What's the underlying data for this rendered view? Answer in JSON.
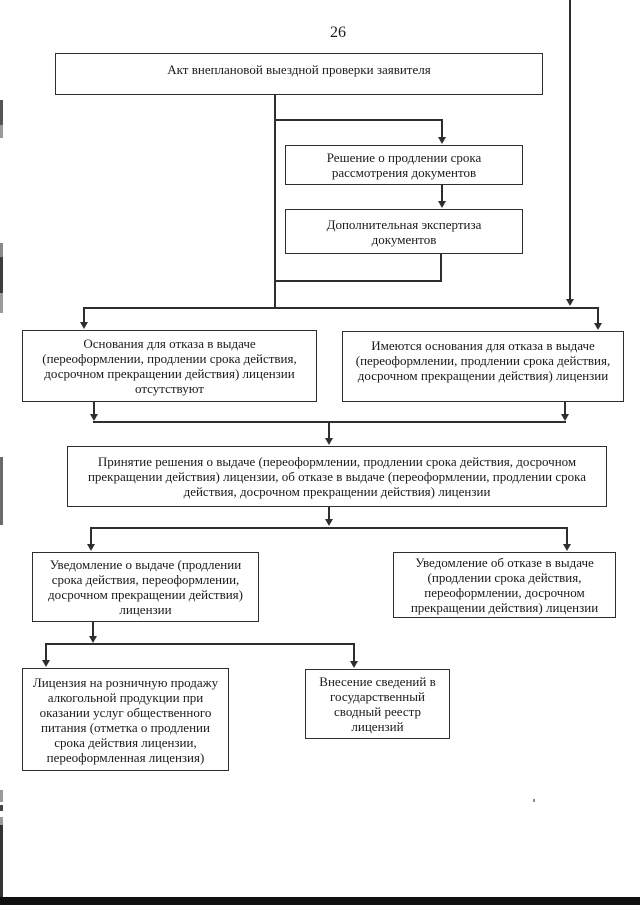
{
  "page": {
    "number": "26"
  },
  "boxes": {
    "act": {
      "lines": [
        "Акт внеплановой выездной проверки заявителя"
      ]
    },
    "decision_extend": {
      "lines": [
        "Решение о продлении срока",
        "рассмотрения документов"
      ]
    },
    "additional_expertise": {
      "lines": [
        "Дополнительная экспертиза",
        "документов"
      ]
    },
    "no_grounds": {
      "lines": [
        "Основания для отказа в выдаче",
        "(переоформлении, продлении срока действия,",
        "досрочном прекращении действия) лицензии",
        "отсутствуют"
      ]
    },
    "grounds_exist": {
      "lines": [
        "Имеются основания для отказа в выдаче",
        "(переоформлении, продлении срока действия,",
        "досрочном прекращении действия) лицензии"
      ]
    },
    "decision_main": {
      "lines": [
        "Принятие решения о выдаче (переоформлении, продлении срока действия, досрочном",
        "прекращении действия) лицензии, об отказе в выдаче (переоформлении, продлении срока",
        "действия, досрочном прекращении действия) лицензии"
      ]
    },
    "notice_issue": {
      "lines": [
        "Уведомление о выдаче (продлении",
        "срока действия, переоформлении,",
        "досрочном прекращении действия)",
        "лицензии"
      ]
    },
    "notice_refuse": {
      "lines": [
        "Уведомление об отказе в выдаче",
        "(продлении срока действия,",
        "переоформлении, досрочном",
        "прекращении действия) лицензии"
      ]
    },
    "license_retail": {
      "lines": [
        "Лицензия на розничную продажу",
        "алкогольной продукции при",
        "оказании услуг общественного",
        "питания (отметка о продлении",
        "срока действия лицензии,",
        "переоформленная лицензия)"
      ]
    },
    "register_entry": {
      "lines": [
        "Внесение сведений в",
        "государственный",
        "сводный реестр",
        "лицензий"
      ]
    }
  },
  "colors": {
    "paper": "#ffffff",
    "ink": "#1a1a1a",
    "line": "#2e2e2e"
  }
}
